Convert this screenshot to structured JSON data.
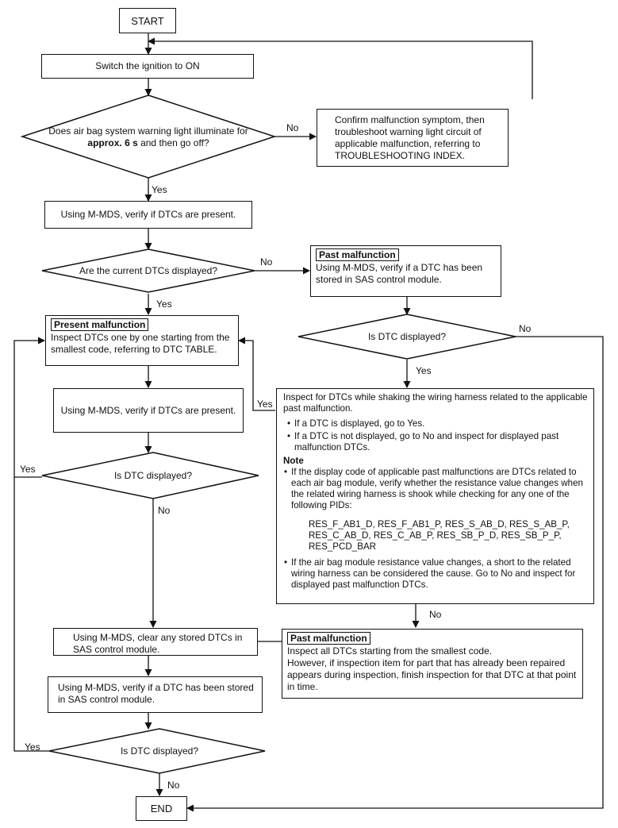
{
  "nodes": {
    "start": "START",
    "ignition": "Switch the ignition to ON",
    "q_warning": {
      "pre": "Does air bag system warning light illuminate for ",
      "bold": "approx. 6 s",
      "post": " and then go off?"
    },
    "confirm": "Confirm malfunction symptom, then troubleshoot warning light circuit of applicable malfunction, referring to TROUBLESHOOTING INDEX.",
    "verify1": "Using M-MDS, verify if DTCs are present.",
    "q_current": "Are the current DTCs displayed?",
    "past1": {
      "tag": "Past malfunction",
      "text": "Using M-MDS, verify if a DTC has been stored in SAS control module."
    },
    "q_dtc_right": "Is DTC displayed?",
    "present": {
      "tag": "Present malfunction",
      "text": "Inspect DTCs one by one starting from the smallest code, referring to DTC TABLE."
    },
    "verify2": "Using M-MDS, verify if DTCs are present.",
    "inspect_shake": {
      "intro": "Inspect for DTCs while shaking the wiring harness related to the applicable past malfunction.",
      "bullets": [
        "If a DTC is displayed, go to Yes.",
        "If a DTC is not displayed, go to No and inspect for displayed past malfunction DTCs."
      ],
      "note_title": "Note",
      "note1": "If the display code of applicable past malfunctions are DTCs related to each air bag module, verify whether the resistance value changes when the related wiring harness is shook while checking for any one of the following PIDs:",
      "pids_line1": "RES_F_AB1_D, RES_F_AB1_P, RES_S_AB_D, RES_S_AB_P,",
      "pids_line2": "RES_C_AB_D, RES_C_AB_P, RES_SB_P_D, RES_SB_P_P,",
      "pids_line3": "RES_PCD_BAR",
      "note2": "If the air bag module resistance value changes, a short to the related wiring harness can be considered the cause. Go to No and inspect for displayed past malfunction DTCs."
    },
    "q_dtc_left": "Is DTC displayed?",
    "clear": "Using M-MDS, clear any stored DTCs in SAS control module.",
    "past2": {
      "tag": "Past malfunction",
      "text1": "Inspect all DTCs starting from the smallest code.",
      "text2": "However, if inspection item for part that has already been repaired appears during inspection, finish inspection for that DTC at that point in time."
    },
    "verify3": "Using M-MDS, verify if a DTC has been stored in SAS control module.",
    "q_dtc_bottom": "Is DTC displayed?",
    "end": "END"
  },
  "branches": {
    "warn_no": "No",
    "warn_yes": "Yes",
    "current_no": "No",
    "current_yes": "Yes",
    "right_no": "No",
    "right_yes": "Yes",
    "shake_yes": "Yes",
    "shake_no": "No",
    "left_yes": "Yes",
    "left_no": "No",
    "bottom_yes": "Yes",
    "bottom_no": "No"
  }
}
